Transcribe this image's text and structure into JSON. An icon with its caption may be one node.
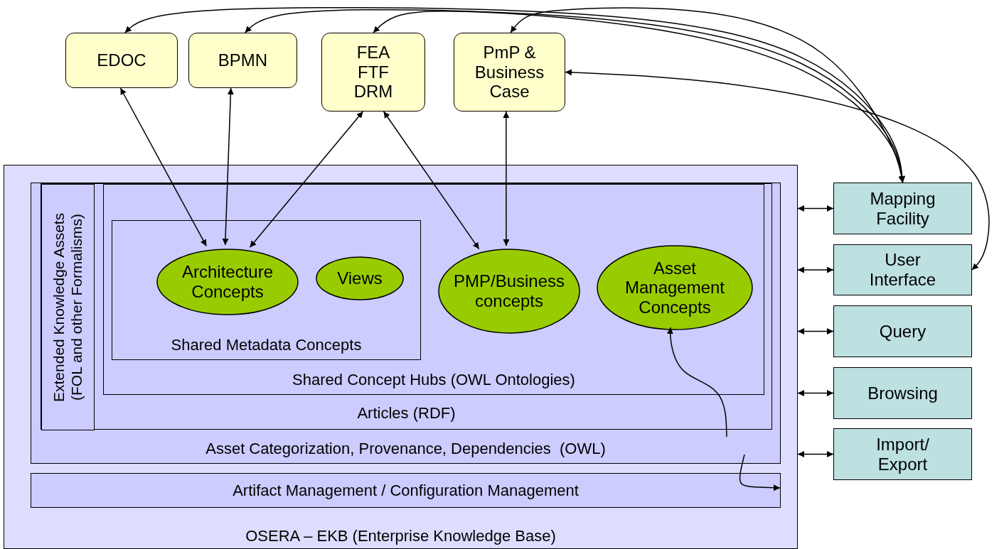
{
  "diagram": {
    "nodes": [
      {
        "text": [
          "EDOC"
        ]
      },
      {
        "text": [
          "BPMN"
        ]
      },
      {
        "text": [
          "FEA FTF DRM"
        ]
      },
      {
        "text": [
          "PmP & Business Case"
        ]
      },
      {
        "text": [
          "OSERA – EKB (Enterprise Knowledge Base)"
        ]
      },
      {
        "text": [
          "Asset Categorization, Provenance, Dependencies  (OWL)"
        ],
        "in": 4
      },
      {
        "text": [
          "Articles (RDF)"
        ],
        "in": 5
      },
      {
        "text": [
          "Extended Knowledge Assets (FOL and other Formalisms)"
        ],
        "in": 6
      },
      {
        "text": [
          "Shared Concept Hubs (OWL Ontologies)"
        ],
        "in": 6
      },
      {
        "text": [
          "Shared Metadata Concepts"
        ],
        "in": 8
      },
      {
        "text": [
          "Architecture Concepts"
        ],
        "in": 9
      },
      {
        "text": [
          "Views"
        ],
        "in": 9
      },
      {
        "text": [
          "PMP/Business concepts"
        ],
        "in": 8
      },
      {
        "text": [
          "Asset Management Concepts"
        ],
        "in": 8
      },
      {
        "text": [
          "Artifact Management / Configuration Management"
        ],
        "in": 4
      },
      {
        "text": [
          "Mapping Facility"
        ]
      },
      {
        "text": [
          "User Interface"
        ]
      },
      {
        "text": [
          "Query"
        ]
      },
      {
        "text": [
          "Browsing"
        ]
      },
      {
        "text": [
          "Import/ Export"
        ]
      }
    ],
    "edges": [
      {
        "from": 0,
        "to": 10,
        "arrow": "both"
      },
      {
        "from": 1,
        "to": 10,
        "arrow": "both"
      },
      {
        "from": 2,
        "to": 10,
        "arrow": "both"
      },
      {
        "from": 2,
        "to": 12,
        "arrow": "both"
      },
      {
        "from": 3,
        "to": 12,
        "arrow": "both"
      },
      {
        "from": 15,
        "to": 0,
        "arrow": "both"
      },
      {
        "from": 15,
        "to": 1,
        "arrow": "both"
      },
      {
        "from": 15,
        "to": 2,
        "arrow": "both"
      },
      {
        "from": 15,
        "to": 3,
        "arrow": "both"
      },
      {
        "from": 3,
        "to": 16,
        "arrow": "both"
      },
      {
        "from": 4,
        "to": 15,
        "arrow": "both"
      },
      {
        "from": 4,
        "to": 16,
        "arrow": "both"
      },
      {
        "from": 4,
        "to": 17,
        "arrow": "both"
      },
      {
        "from": 4,
        "to": 18,
        "arrow": "both"
      },
      {
        "from": 4,
        "to": 19,
        "arrow": "both"
      },
      {
        "from": 5,
        "to": 13,
        "arrow": "to"
      },
      {
        "from": 5,
        "to": 14,
        "arrow": "to"
      }
    ]
  }
}
